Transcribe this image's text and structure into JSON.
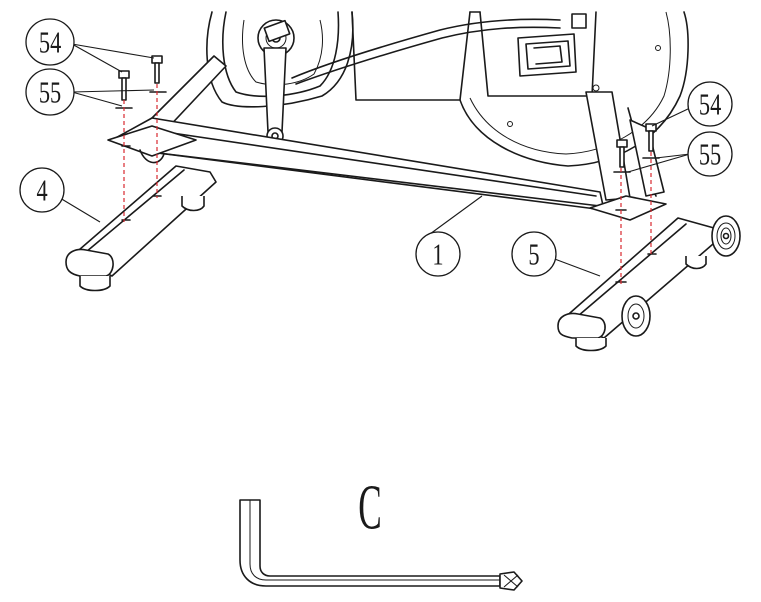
{
  "callouts": {
    "bolt_left": "54",
    "washer_left": "55",
    "front_stabilizer": "4",
    "main_frame": "1",
    "rear_stabilizer": "5",
    "bolt_right": "54",
    "washer_right": "55"
  },
  "tool_label": "C",
  "colors": {
    "line": "#1a1a1a",
    "guide": "#d9282f",
    "background": "#ffffff"
  }
}
